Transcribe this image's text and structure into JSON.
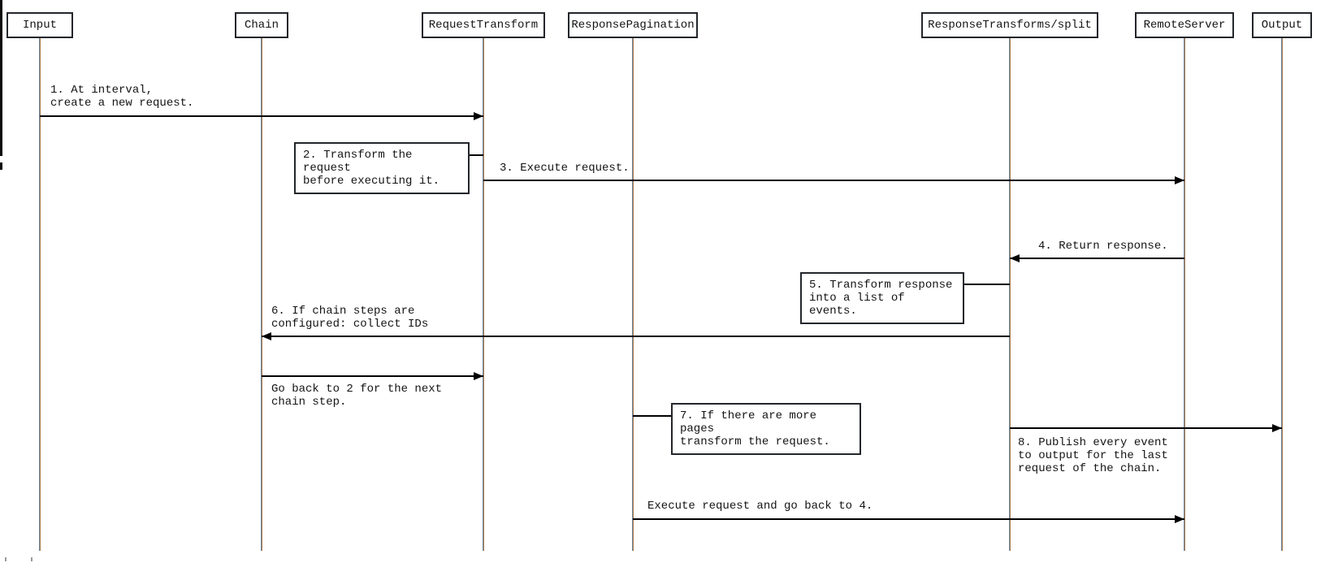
{
  "diagram": {
    "type": "sequence-diagram",
    "participants": [
      {
        "label": "Input"
      },
      {
        "label": "Chain"
      },
      {
        "label": "RequestTransform"
      },
      {
        "label": "ResponsePagination"
      },
      {
        "label": "ResponseTransforms/split"
      },
      {
        "label": "RemoteServer"
      },
      {
        "label": "Output"
      }
    ],
    "messages": [
      {
        "text": "1. At interval,\ncreate a new request.",
        "from": "Input",
        "to": "RequestTransform"
      },
      {
        "text": "3. Execute request.",
        "from": "RequestTransform",
        "to": "RemoteServer"
      },
      {
        "text": "4. Return response.",
        "from": "RemoteServer",
        "to": "ResponseTransforms/split"
      },
      {
        "text": "6. If chain steps are\nconfigured: collect IDs",
        "from": "ResponseTransforms/split",
        "to": "Chain"
      },
      {
        "text": "Go back to 2 for the next\nchain step.",
        "from": "Chain",
        "to": "RequestTransform"
      },
      {
        "text": "8. Publish every event\nto output for the last\nrequest of the chain.",
        "from": "ResponseTransforms/split",
        "to": "Output"
      },
      {
        "text": "Execute request and go back to 4.",
        "from": "ResponsePagination",
        "to": "RemoteServer"
      }
    ],
    "notes": [
      {
        "text": "2. Transform the request\nbefore executing it.",
        "participant": "RequestTransform"
      },
      {
        "text": "5. Transform response\ninto a list of events.",
        "participant": "ResponseTransforms/split"
      },
      {
        "text": "7. If there are more pages\ntransform the request.",
        "participant": "ResponsePagination"
      }
    ]
  }
}
